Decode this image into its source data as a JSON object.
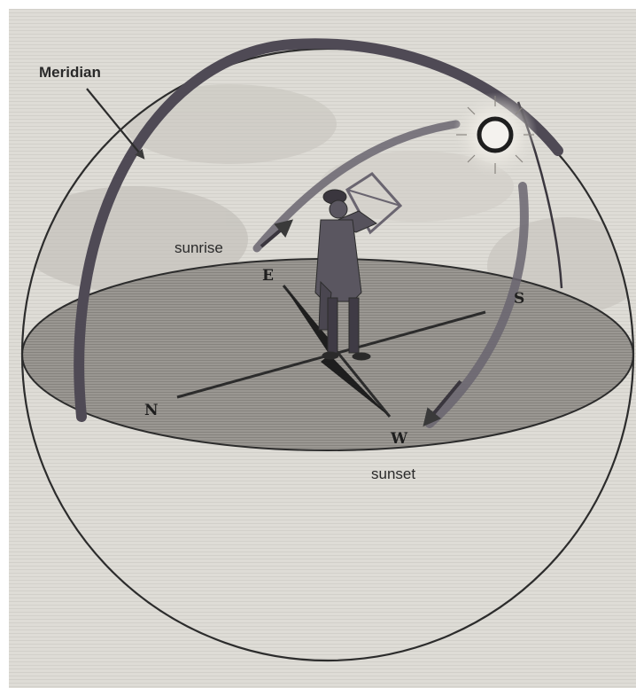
{
  "labels": {
    "meridian": "Meridian",
    "sunrise": "sunrise",
    "sunset": "sunset",
    "north": "N",
    "east": "E",
    "south": "S",
    "west": "W"
  },
  "colors": {
    "background": "#dedcd6",
    "ink": "#2c2c2c",
    "arc": "#55505a",
    "horizon_plane": "#8d8a86"
  }
}
